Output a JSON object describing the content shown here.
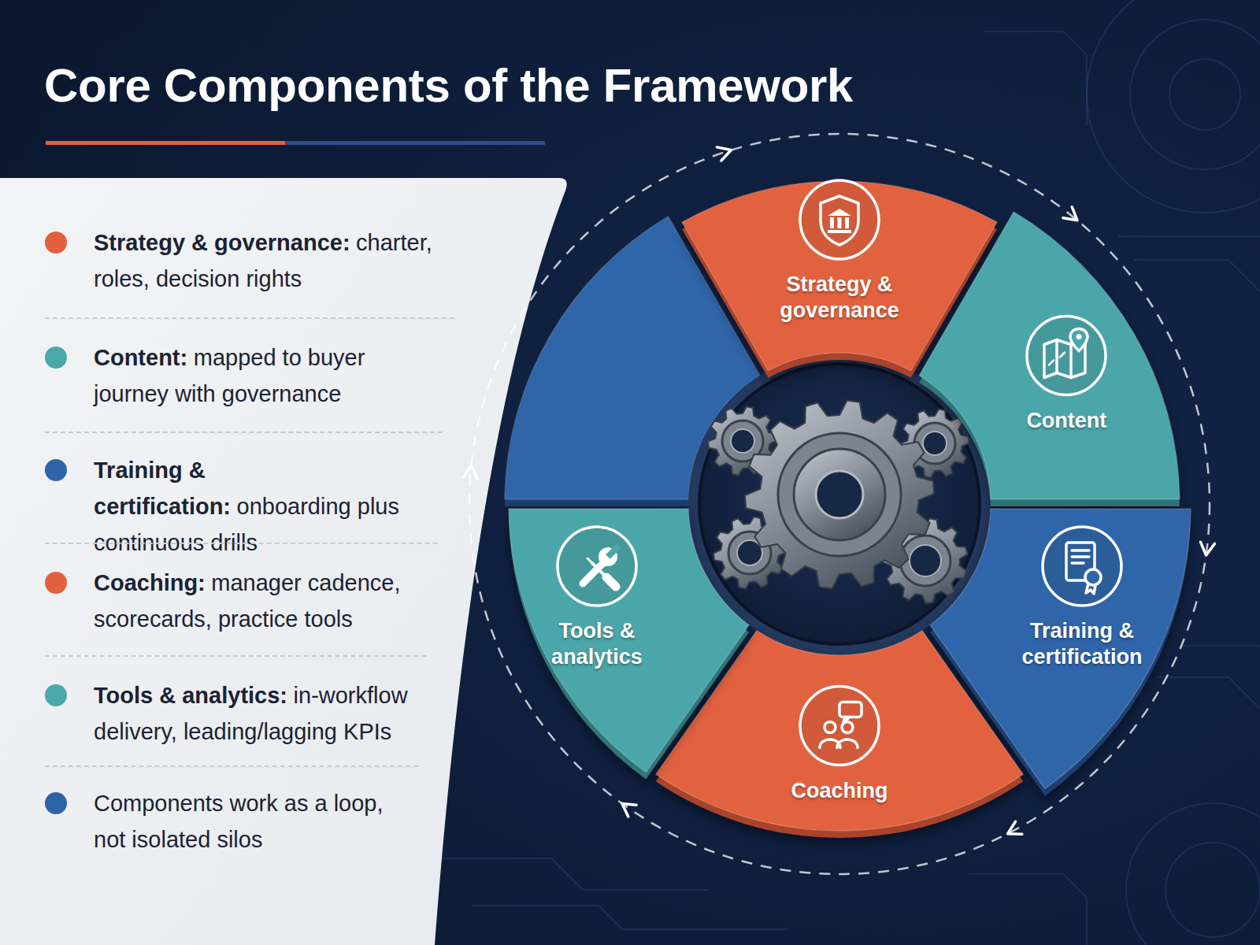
{
  "diagram": {
    "title": "Core Components of the Framework",
    "nodes": [
      {
        "text": [
          "Strategy & governance"
        ]
      },
      {
        "text": [
          "Content"
        ]
      },
      {
        "text": [
          "Training & certification"
        ]
      },
      {
        "text": [
          "Coaching"
        ]
      },
      {
        "text": [
          "Tools & analytics"
        ]
      }
    ],
    "labels": [
      "Strategy & governance:",
      "charter, roles, decision rights",
      "Content:",
      "mapped to buyer journey with governance",
      "Training & certification:",
      "onboarding plus continuous drills",
      "Coaching:",
      "manager cadence, scorecards, practice tools",
      "Tools & analytics:",
      "in-workflow delivery, leading/lagging KPIs",
      "Components work as a loop, not isolated silos"
    ]
  }
}
